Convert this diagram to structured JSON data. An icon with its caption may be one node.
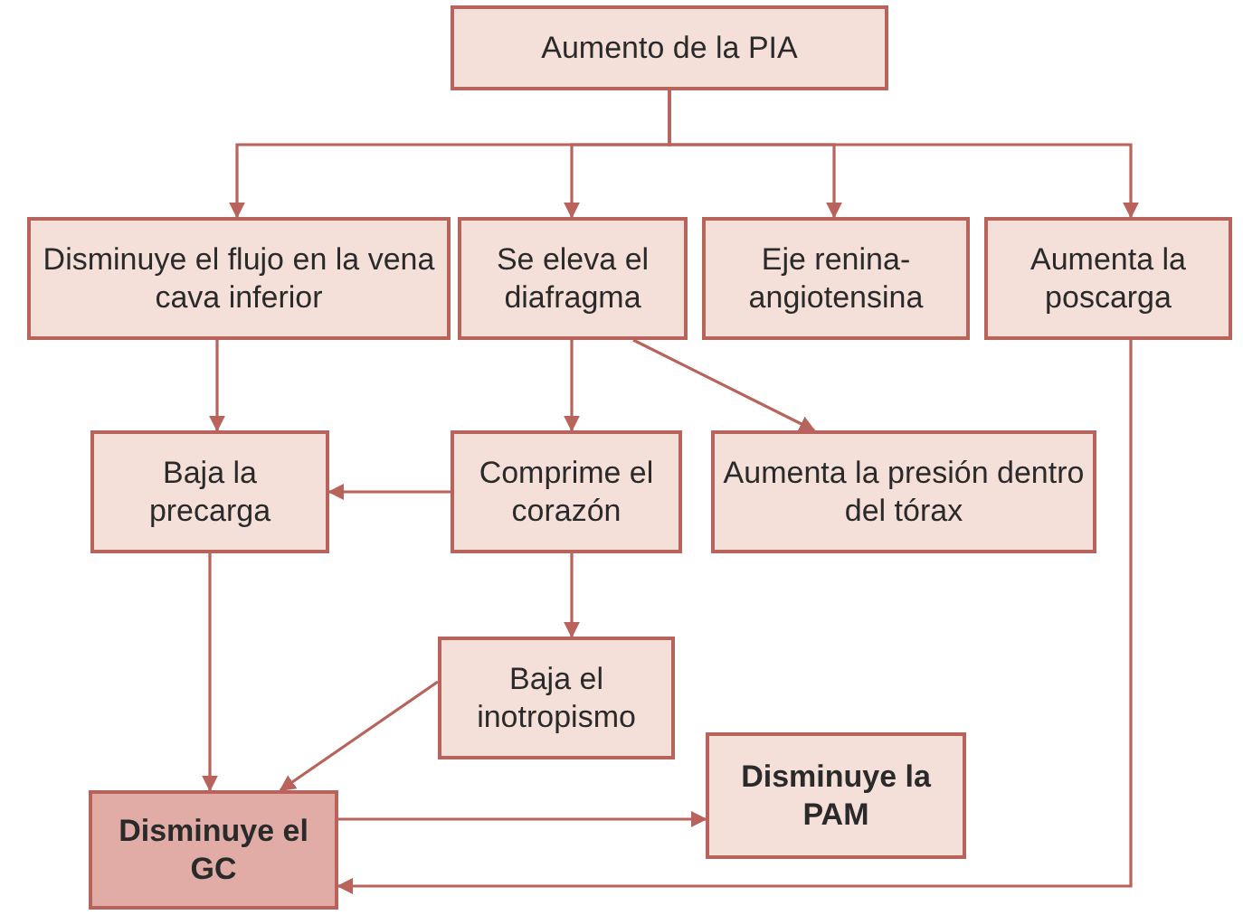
{
  "diagram": {
    "nodes": [
      {
        "text": [
          "Aumento de la PIA"
        ]
      },
      {
        "text": [
          "Disminuye el flujo en la vena cava inferior"
        ]
      },
      {
        "text": [
          "Se eleva el diafragma"
        ]
      },
      {
        "text": [
          "Eje renina-angiotensina"
        ]
      },
      {
        "text": [
          "Aumenta la poscarga"
        ]
      },
      {
        "text": [
          "Baja la precarga"
        ]
      },
      {
        "text": [
          "Comprime el corazón"
        ]
      },
      {
        "text": [
          "Aumenta la presión dentro del tórax"
        ]
      },
      {
        "text": [
          "Baja el inotropismo"
        ]
      },
      {
        "text": [
          "Disminuye el GC"
        ]
      },
      {
        "text": [
          "Disminuye la PAM"
        ]
      }
    ],
    "edges": [
      {
        "from": 0,
        "to": 1,
        "arrow": "to"
      },
      {
        "from": 0,
        "to": 2,
        "arrow": "to"
      },
      {
        "from": 0,
        "to": 3,
        "arrow": "to"
      },
      {
        "from": 0,
        "to": 4,
        "arrow": "to"
      },
      {
        "from": 1,
        "to": 5,
        "arrow": "to"
      },
      {
        "from": 2,
        "to": 6,
        "arrow": "to"
      },
      {
        "from": 2,
        "to": 7,
        "arrow": "to"
      },
      {
        "from": 6,
        "to": 5,
        "arrow": "to"
      },
      {
        "from": 6,
        "to": 8,
        "arrow": "to"
      },
      {
        "from": 5,
        "to": 9,
        "arrow": "to"
      },
      {
        "from": 8,
        "to": 9,
        "arrow": "to"
      },
      {
        "from": 9,
        "to": 10,
        "arrow": "to"
      },
      {
        "from": 4,
        "to": 9,
        "arrow": "to"
      }
    ]
  }
}
